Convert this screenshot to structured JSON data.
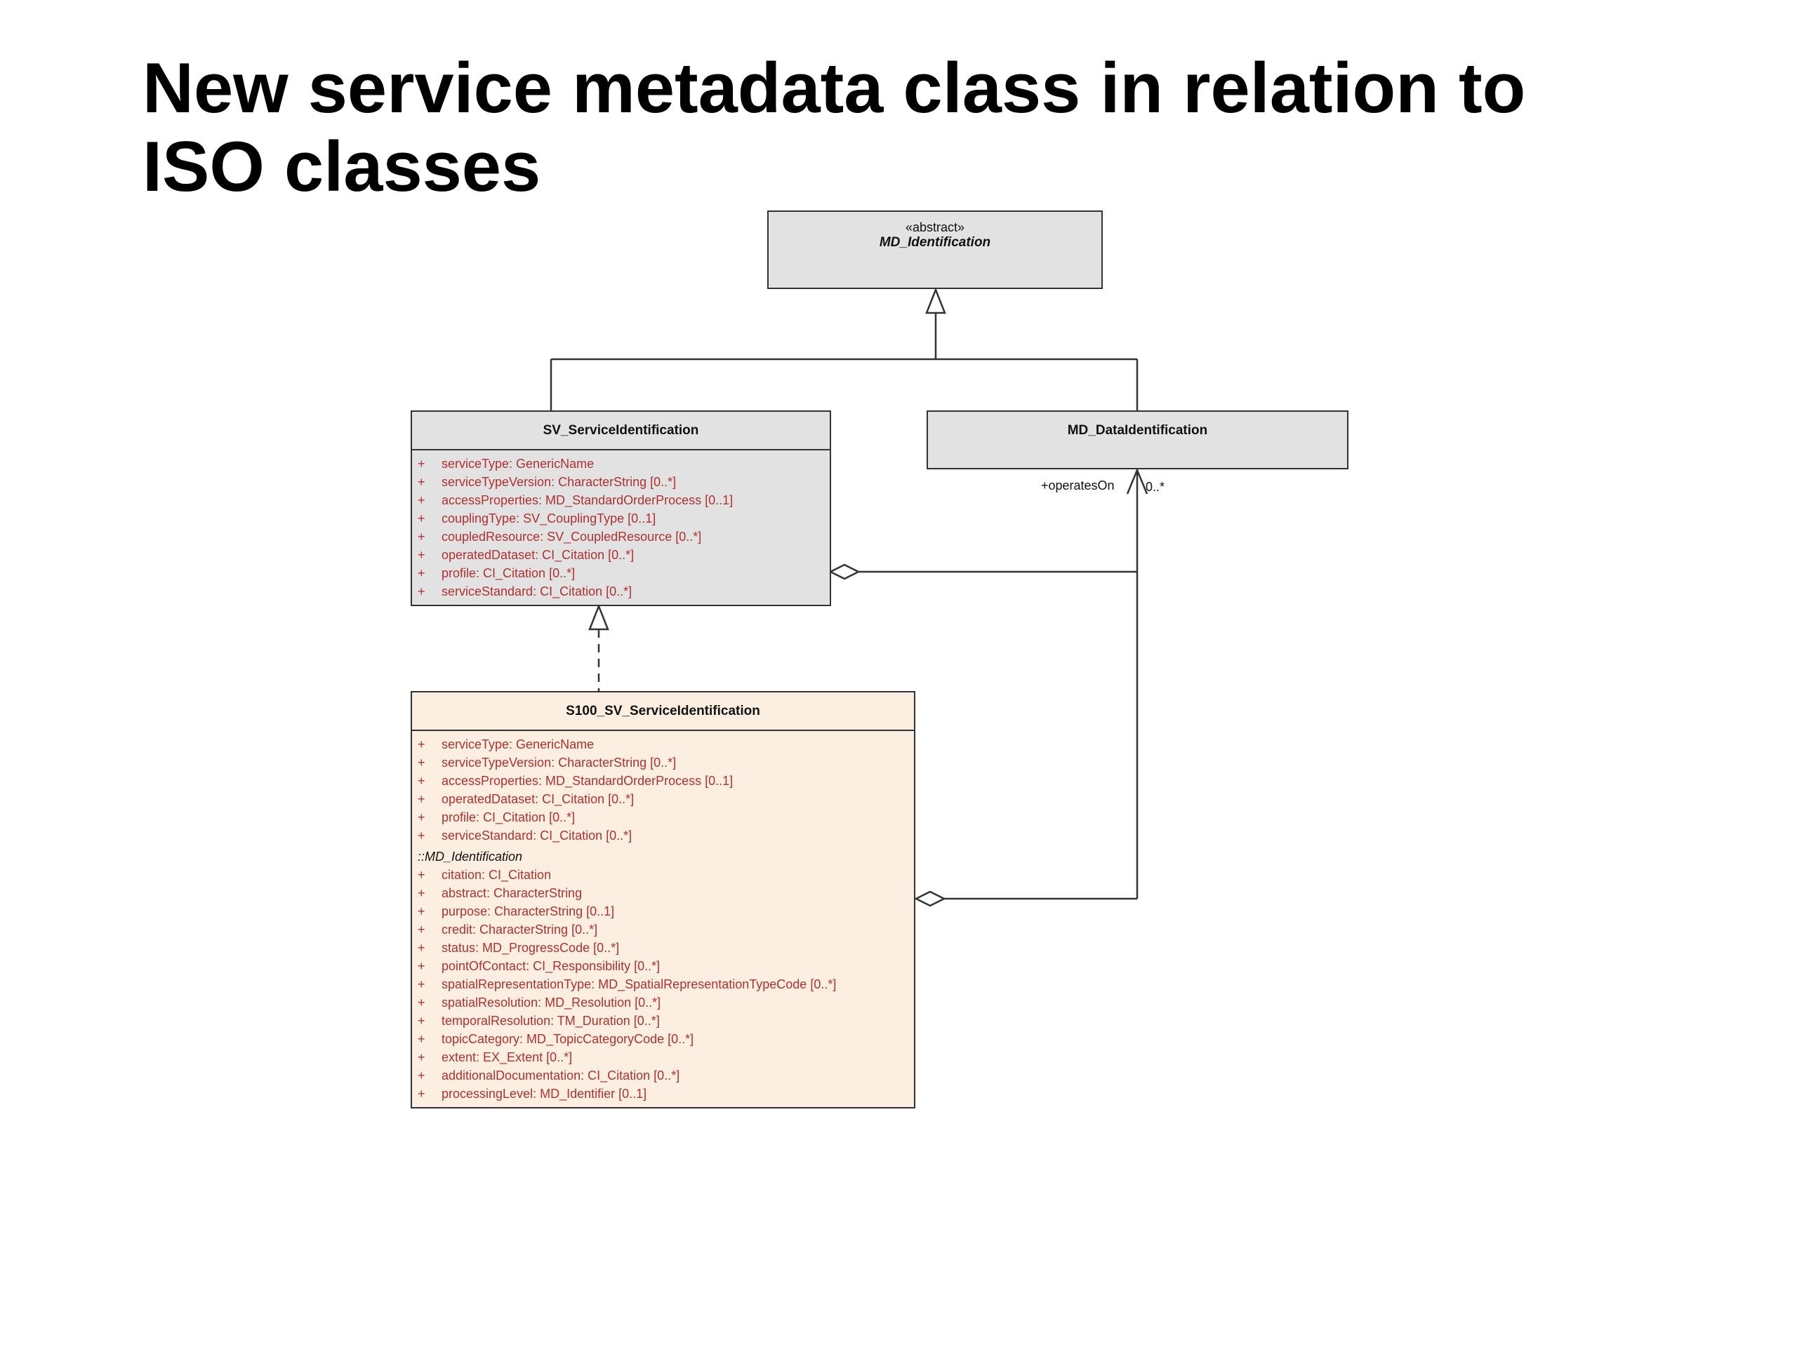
{
  "title": {
    "line1": "New service metadata class in relation to",
    "line2": "ISO classes"
  },
  "classes": {
    "md_identification": {
      "stereotype": "«abstract»",
      "name": "MD_Identification"
    },
    "sv_service_identification": {
      "name": "SV_ServiceIdentification",
      "attributes": [
        "serviceType: GenericName",
        "serviceTypeVersion: CharacterString [0..*]",
        "accessProperties: MD_StandardOrderProcess [0..1]",
        "couplingType: SV_CouplingType [0..1]",
        "coupledResource: SV_CoupledResource [0..*]",
        "operatedDataset: CI_Citation [0..*]",
        "profile: CI_Citation [0..*]",
        "serviceStandard: CI_Citation [0..*]"
      ]
    },
    "md_data_identification": {
      "name": "MD_DataIdentification"
    },
    "s100_sv_service_identification": {
      "name": "S100_SV_ServiceIdentification",
      "attributes": [
        "serviceType: GenericName",
        "serviceTypeVersion: CharacterString [0..*]",
        "accessProperties: MD_StandardOrderProcess [0..1]",
        "operatedDataset: CI_Citation [0..*]",
        "profile: CI_Citation [0..*]",
        "serviceStandard: CI_Citation [0..*]"
      ],
      "inherited_group": "::MD_Identification",
      "inherited_attributes": [
        "citation: CI_Citation",
        "abstract: CharacterString",
        "purpose: CharacterString [0..1]",
        "credit: CharacterString [0..*]",
        "status: MD_ProgressCode [0..*]",
        "pointOfContact: CI_Responsibility [0..*]",
        "spatialRepresentationType: MD_SpatialRepresentationTypeCode [0..*]",
        "spatialResolution: MD_Resolution [0..*]",
        "temporalResolution: TM_Duration [0..*]",
        "topicCategory: MD_TopicCategoryCode [0..*]",
        "extent: EX_Extent [0..*]",
        "additionalDocumentation: CI_Citation [0..*]",
        "processingLevel: MD_Identifier [0..1]"
      ]
    }
  },
  "visibility_marker": "+",
  "association": {
    "role": "+operatesOn",
    "multiplicity": "0..*"
  },
  "colors": {
    "class_fill_grey": "#e2e2e2",
    "class_fill_cream": "#fcefe1",
    "attribute_text": "#b03030"
  }
}
